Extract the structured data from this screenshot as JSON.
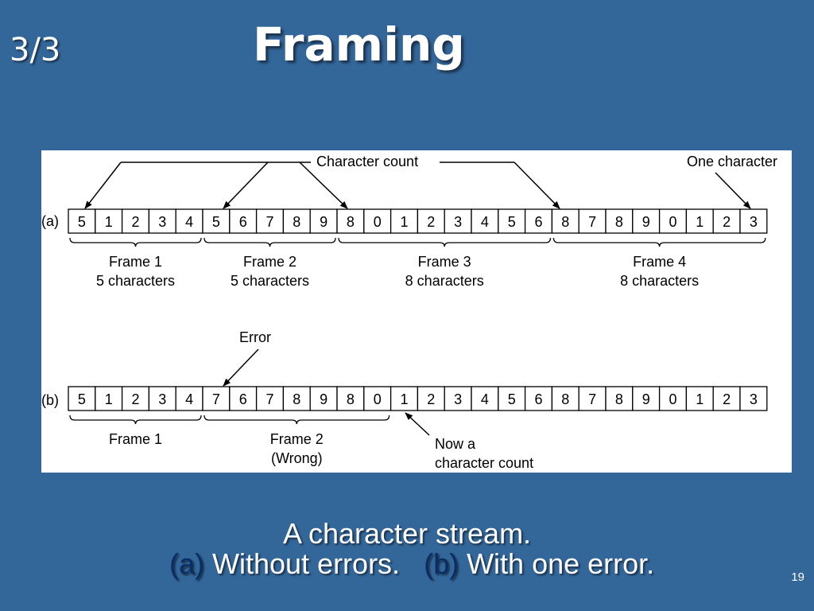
{
  "slide": {
    "counter": "3/3",
    "title": "Framing",
    "page_number": "19"
  },
  "diagram": {
    "row_a": {
      "label": "(a)",
      "cells": [
        "5",
        "1",
        "2",
        "3",
        "4",
        "5",
        "6",
        "7",
        "8",
        "9",
        "8",
        "0",
        "1",
        "2",
        "3",
        "4",
        "5",
        "6",
        "8",
        "7",
        "8",
        "9",
        "0",
        "1",
        "2",
        "3"
      ],
      "frames": [
        {
          "name": "Frame 1",
          "sub": "5 characters",
          "start": 0,
          "end": 4
        },
        {
          "name": "Frame 2",
          "sub": "5 characters",
          "start": 5,
          "end": 9
        },
        {
          "name": "Frame 3",
          "sub": "8 characters",
          "start": 10,
          "end": 17
        },
        {
          "name": "Frame 4",
          "sub": "8 characters",
          "start": 18,
          "end": 25
        }
      ],
      "count_label": "Character count",
      "count_cells": [
        0,
        5,
        10,
        18
      ],
      "one_char_label": "One character",
      "one_char_cell": 25
    },
    "row_b": {
      "label": "(b)",
      "cells": [
        "5",
        "1",
        "2",
        "3",
        "4",
        "7",
        "6",
        "7",
        "8",
        "9",
        "8",
        "0",
        "1",
        "2",
        "3",
        "4",
        "5",
        "6",
        "8",
        "7",
        "8",
        "9",
        "0",
        "1",
        "2",
        "3"
      ],
      "frames": [
        {
          "name": "Frame 1",
          "sub": "",
          "start": 0,
          "end": 4
        },
        {
          "name": "Frame 2",
          "sub": "(Wrong)",
          "start": 5,
          "end": 11
        }
      ],
      "error_label": "Error",
      "error_cell": 5,
      "now_count_line1": "Now a",
      "now_count_line2": "character count",
      "now_count_cell": 12
    }
  },
  "caption": {
    "main": "A character stream.",
    "a_letter": "(a)",
    "a_text": " Without errors.   ",
    "b_letter": "(b)",
    "b_text": " With one error."
  }
}
